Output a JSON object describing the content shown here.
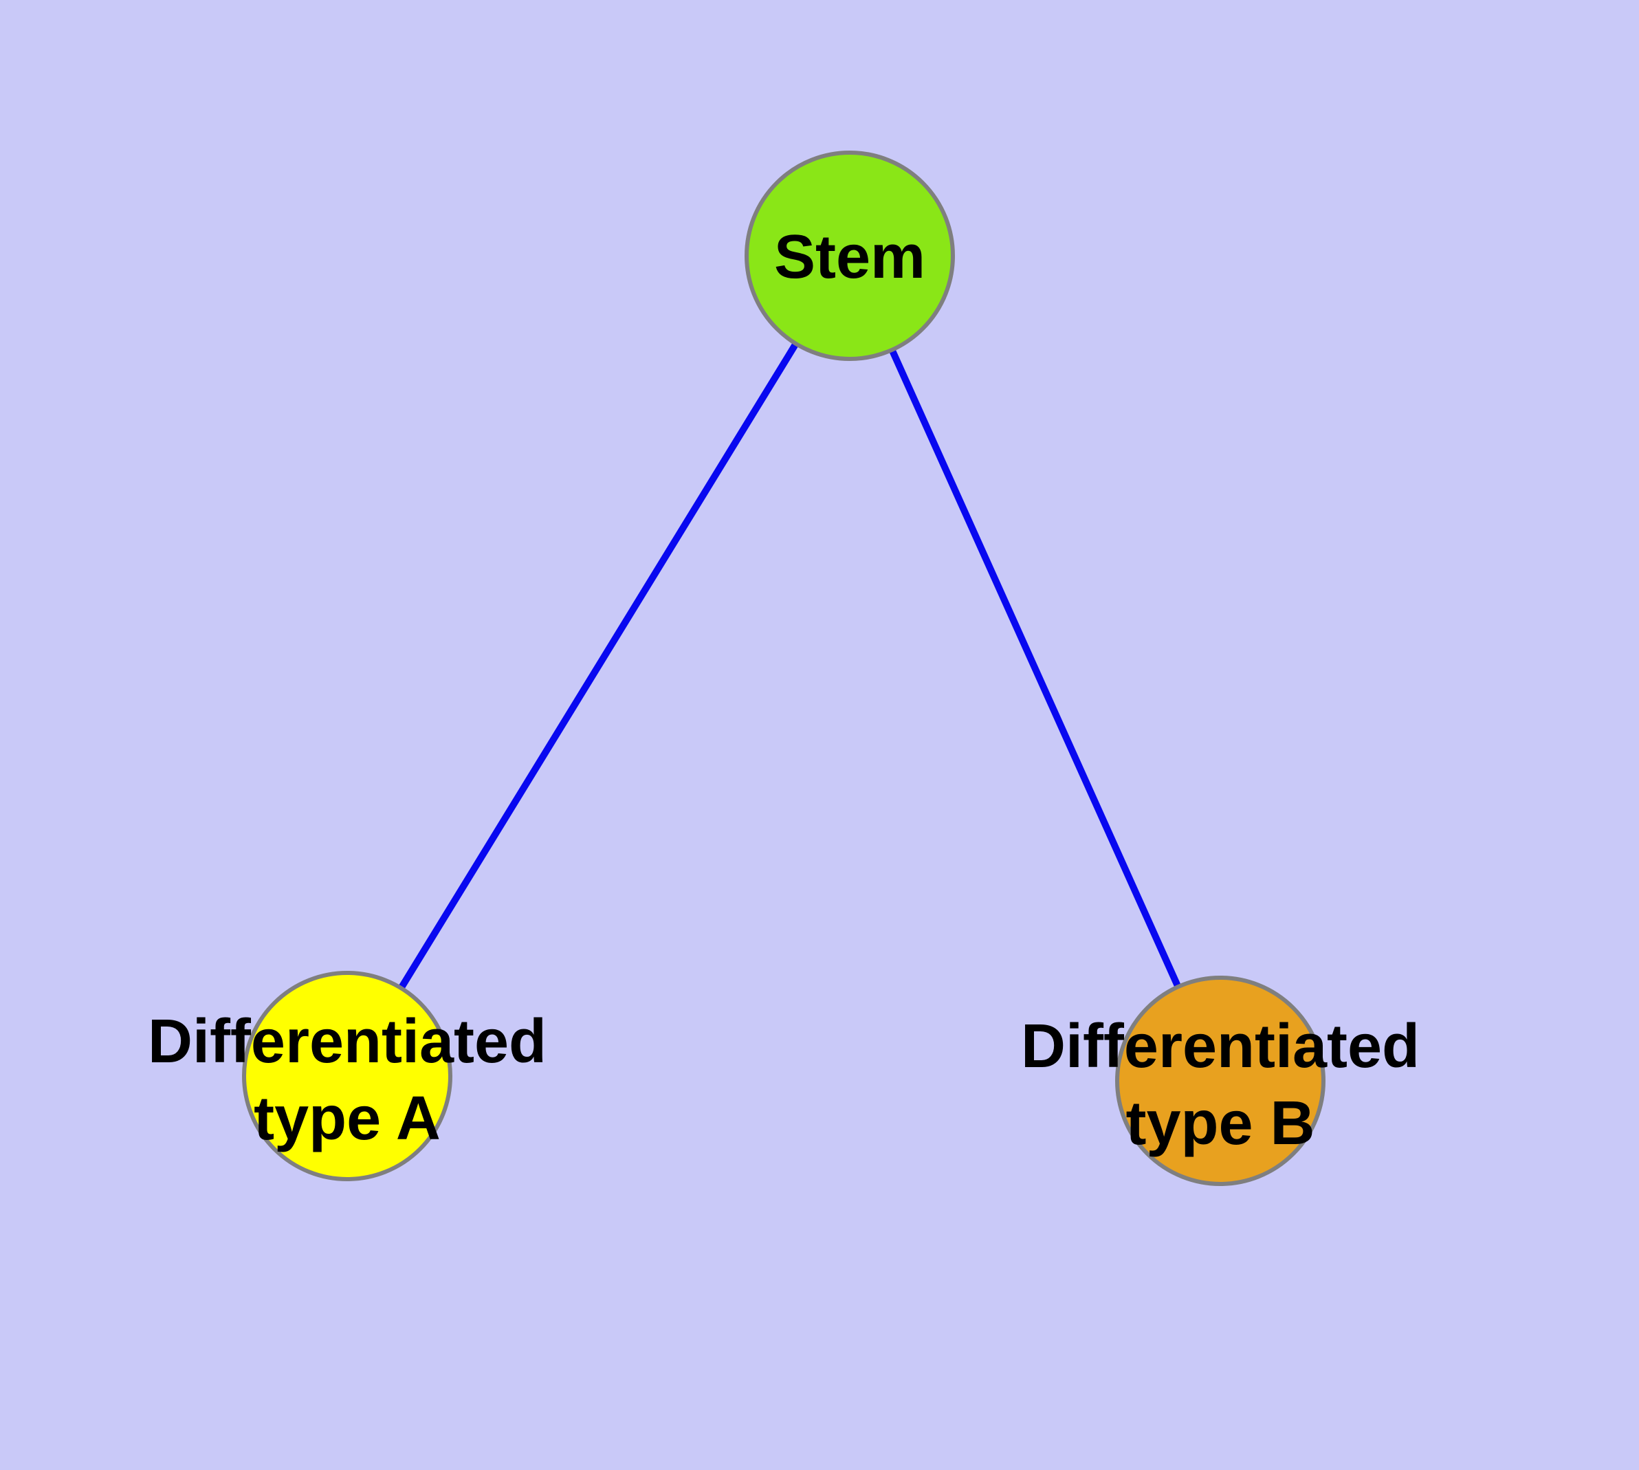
{
  "diagram": {
    "type": "graph",
    "background_color": "#c9c9f8",
    "edge_color": "#0808f0",
    "node_border_color": "#7f7f7f",
    "text_color": "#000000",
    "nodes": {
      "stem": {
        "label": "Stem",
        "fill_color": "#8ae617"
      },
      "type_a": {
        "label_line1": "Differentiated",
        "label_line2": "type A",
        "fill_color": "#ffff00"
      },
      "type_b": {
        "label_line1": "Differentiated",
        "label_line2": "type B",
        "fill_color": "#e8a11f"
      }
    },
    "edges": [
      {
        "from": "Stem",
        "to": "Differentiated type A"
      },
      {
        "from": "Stem",
        "to": "Differentiated type B"
      }
    ]
  }
}
